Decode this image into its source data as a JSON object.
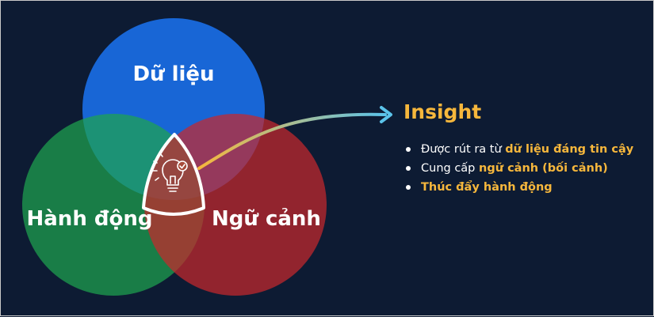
{
  "venn": {
    "circles": [
      {
        "label": "Dữ liệu",
        "color": "#1a6fe8"
      },
      {
        "label": "Hành động",
        "color": "#1ea34f"
      },
      {
        "label": "Ngữ cảnh",
        "color": "#c6282d"
      }
    ],
    "center_icon": "lightbulb-check-icon",
    "center_outline_color": "#ffffff"
  },
  "connector": {
    "gradient_start": "#f6b73c",
    "gradient_end": "#5bc3ea"
  },
  "insight": {
    "title": "Insight",
    "bullets": [
      {
        "plain": "Được rút ra từ ",
        "highlight": "dữ liệu đáng tin cậy"
      },
      {
        "plain": "Cung cấp ",
        "highlight": "ngữ cảnh (bối cảnh)"
      },
      {
        "plain": "",
        "highlight": "Thúc đẩy hành động"
      }
    ],
    "accent_color": "#f6b73c"
  }
}
